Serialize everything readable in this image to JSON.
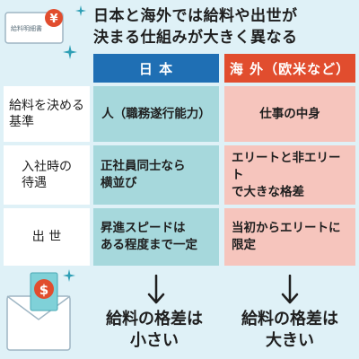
{
  "title": "日本と海外では給料や出世が\n決まる仕組みが大きく異なる",
  "envelope_label": "給料明細書",
  "envelope_currency_top": "¥",
  "envelope_currency_bottom": "$",
  "headers": {
    "japan": "日 本",
    "overseas": "海 外（欧米など）"
  },
  "rows": [
    {
      "label": "給料を決める\n基準",
      "japan": "人（職務遂行能力）",
      "overseas": "仕事の中身"
    },
    {
      "label": "入社時の\n待遇",
      "japan": "正社員同士なら\n横並び",
      "overseas": "エリートと非エリート\nで大きな格差"
    },
    {
      "label": "出 世",
      "japan": "昇進スピードは\nある程度まで一定",
      "overseas": "当初からエリートに\n限定"
    }
  ],
  "results": {
    "japan": "給料の格差は\n小さい",
    "overseas": "給料の格差は\n大きい"
  },
  "colors": {
    "background": "#dff1f7",
    "japan_header": "#1f6fb4",
    "overseas_header": "#e14d2e",
    "japan_cell": "#a6d8dc",
    "overseas_cell": "#f6c5bd"
  },
  "icons": [
    "envelope-yen-icon",
    "envelope-dollar-icon",
    "sparkle-icon",
    "down-arrow-icon"
  ]
}
